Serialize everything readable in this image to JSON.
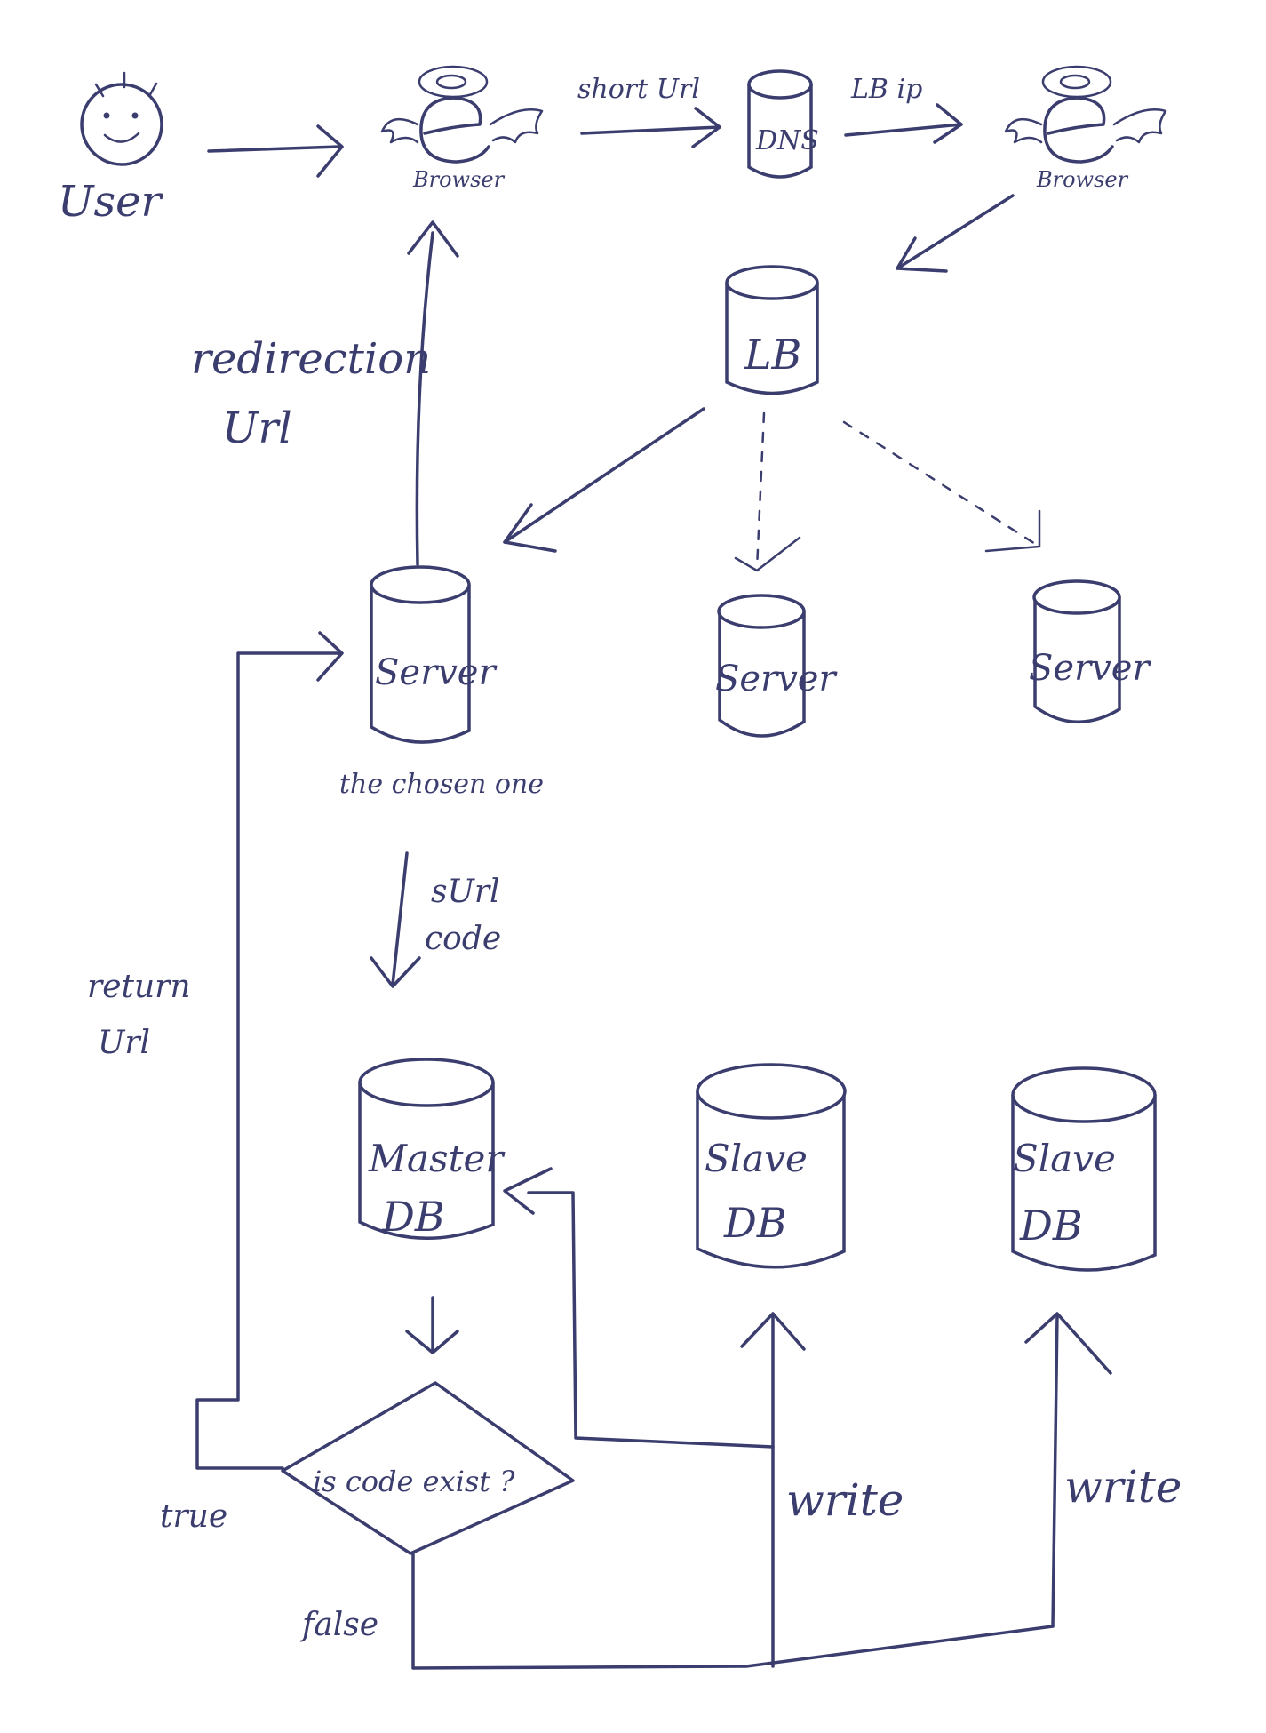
{
  "colors": {
    "ink": "#3a3d6e",
    "background": "#ffffff"
  },
  "nodes": {
    "user": "User",
    "browser_1": "Browser",
    "dns": "DNS",
    "browser_2": "Browser",
    "lb": "LB",
    "server_main": "Server",
    "server_main_caption": "the chosen one",
    "server_2": "Server",
    "server_3": "Server",
    "master_db": {
      "line1": "Master",
      "line2": "DB"
    },
    "slave_db_1": {
      "line1": "Slave",
      "line2": "DB"
    },
    "slave_db_2": {
      "line1": "Slave",
      "line2": "DB"
    },
    "decision": "is code exist ?"
  },
  "edges": {
    "browser_to_dns": "short Url",
    "dns_to_browser": "LB ip",
    "server_to_browser": {
      "line1": "redirection",
      "line2": "Url"
    },
    "server_to_db": {
      "line1": "sUrl",
      "line2": "code"
    },
    "return": {
      "line1": "return",
      "line2": "Url"
    },
    "true_branch": "true",
    "false_branch": "false",
    "write_1": "write",
    "write_2": "write"
  },
  "icons": [
    "smiley-icon",
    "browser-angel-icon"
  ]
}
